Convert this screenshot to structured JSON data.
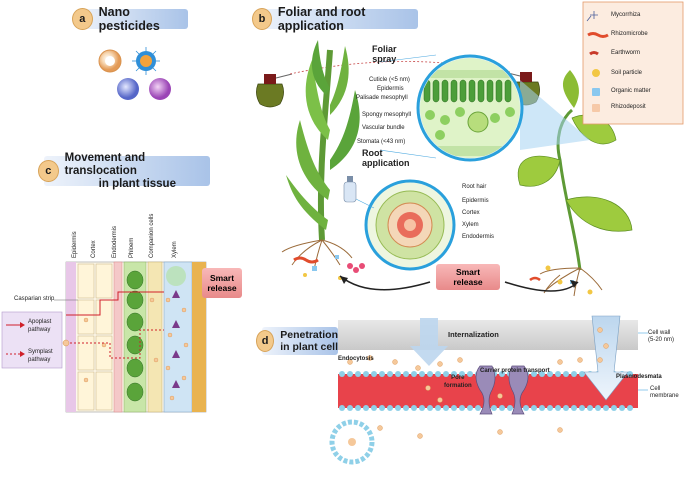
{
  "panels": {
    "a": {
      "badge": "a",
      "title": "Nano pesticides"
    },
    "b": {
      "badge": "b",
      "title": "Foliar and root application"
    },
    "c": {
      "badge": "c",
      "title_line1": "Movement and translocation",
      "title_line2": "in plant tissue"
    },
    "d": {
      "badge": "d",
      "title_line1": "Penetration",
      "title_line2": "in plant cell"
    }
  },
  "legend": {
    "items": [
      {
        "label": "Mycorrhiza",
        "icon": "mycorrhiza-icon"
      },
      {
        "label": "Rhizomicrobe",
        "icon": "rhizomicrobe-icon"
      },
      {
        "label": "Earthworm",
        "icon": "earthworm-icon"
      },
      {
        "label": "Soil particle",
        "icon": "soil-particle-icon"
      },
      {
        "label": "Organic matter",
        "icon": "organic-matter-icon"
      },
      {
        "label": "Rhizodeposit",
        "icon": "rhizodeposit-icon"
      }
    ]
  },
  "foliar": {
    "spray_line1": "Foliar",
    "spray_line2": "spray",
    "layers": [
      "Cuticle (<5 nm)",
      "Epidermis",
      "Palisade mesophyll",
      "Spongy mesophyll",
      "Vascular bundle",
      "Stomata (<43 nm)"
    ]
  },
  "root": {
    "title_line1": "Root",
    "title_line2": "application",
    "layers": [
      "Root hair",
      "Epidermis",
      "Cortex",
      "Xylem",
      "Endodermis"
    ]
  },
  "smart_release": {
    "line1": "Smart",
    "line2": "release"
  },
  "tissue": {
    "columns": [
      "Epidermis",
      "Cortex",
      "Endodermis",
      "Phloem",
      "Companion cells",
      "Xylem"
    ],
    "casparian": "Casparian strip",
    "pathways": [
      {
        "line1": "Apoplast",
        "line2": "pathway"
      },
      {
        "line1": "Symplast",
        "line2": "pathway"
      }
    ]
  },
  "cell": {
    "internalization": "Internalization",
    "endocytosis": "Endocytosis",
    "pore_line1": "Pore",
    "pore_line2": "formation",
    "carrier": "Carrier protein transport",
    "plasmodesmata": "Plasmodesmata",
    "wall_line1": "Cell wall",
    "wall_line2": "(5-20 nm)",
    "membrane_line1": "Cell",
    "membrane_line2": "membrane"
  },
  "colors": {
    "header_grad_end": "#a9c3e8",
    "badge": "#f3c98b",
    "membrane": "#e8434b",
    "nanoparticle": "#f5c89a",
    "leaf": "#5aa43a",
    "arrow_red": "#d0202a"
  }
}
